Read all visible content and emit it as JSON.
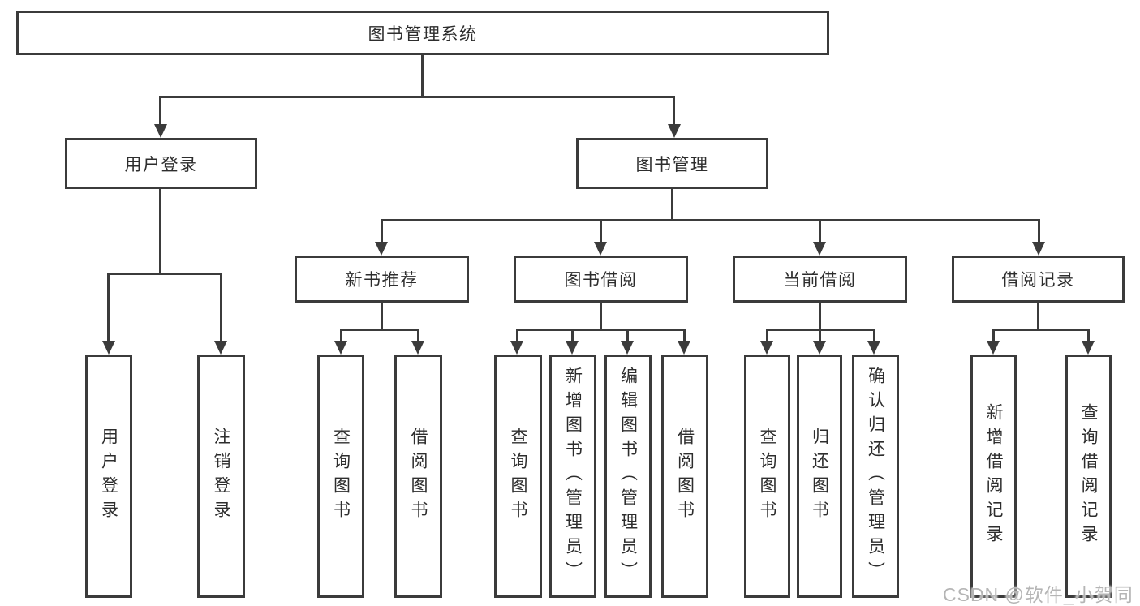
{
  "diagram": {
    "root": {
      "label": "图书管理系统"
    },
    "login": {
      "label": "用户登录",
      "children": [
        "用户登录",
        "注销登录"
      ]
    },
    "management": {
      "label": "图书管理"
    },
    "modules": [
      {
        "label": "新书推荐",
        "children": [
          "查询图书",
          "借阅图书"
        ]
      },
      {
        "label": "图书借阅",
        "children": [
          "查询图书",
          "新增图书（管理员）",
          "编辑图书（管理员）",
          "借阅图书"
        ]
      },
      {
        "label": "当前借阅",
        "children": [
          "查询图书",
          "归还图书",
          "确认归还（管理员）"
        ]
      },
      {
        "label": "借阅记录",
        "children": [
          "新增借阅记录",
          "查询借阅记录"
        ]
      }
    ],
    "watermark": "CSDN @软件_小贺同学",
    "colors": {
      "line": "#3b3b3b",
      "text": "#2d2d2d",
      "box_background": "#ffffff",
      "page_background": "#ffffff",
      "watermark": "#b5b5b5"
    }
  }
}
